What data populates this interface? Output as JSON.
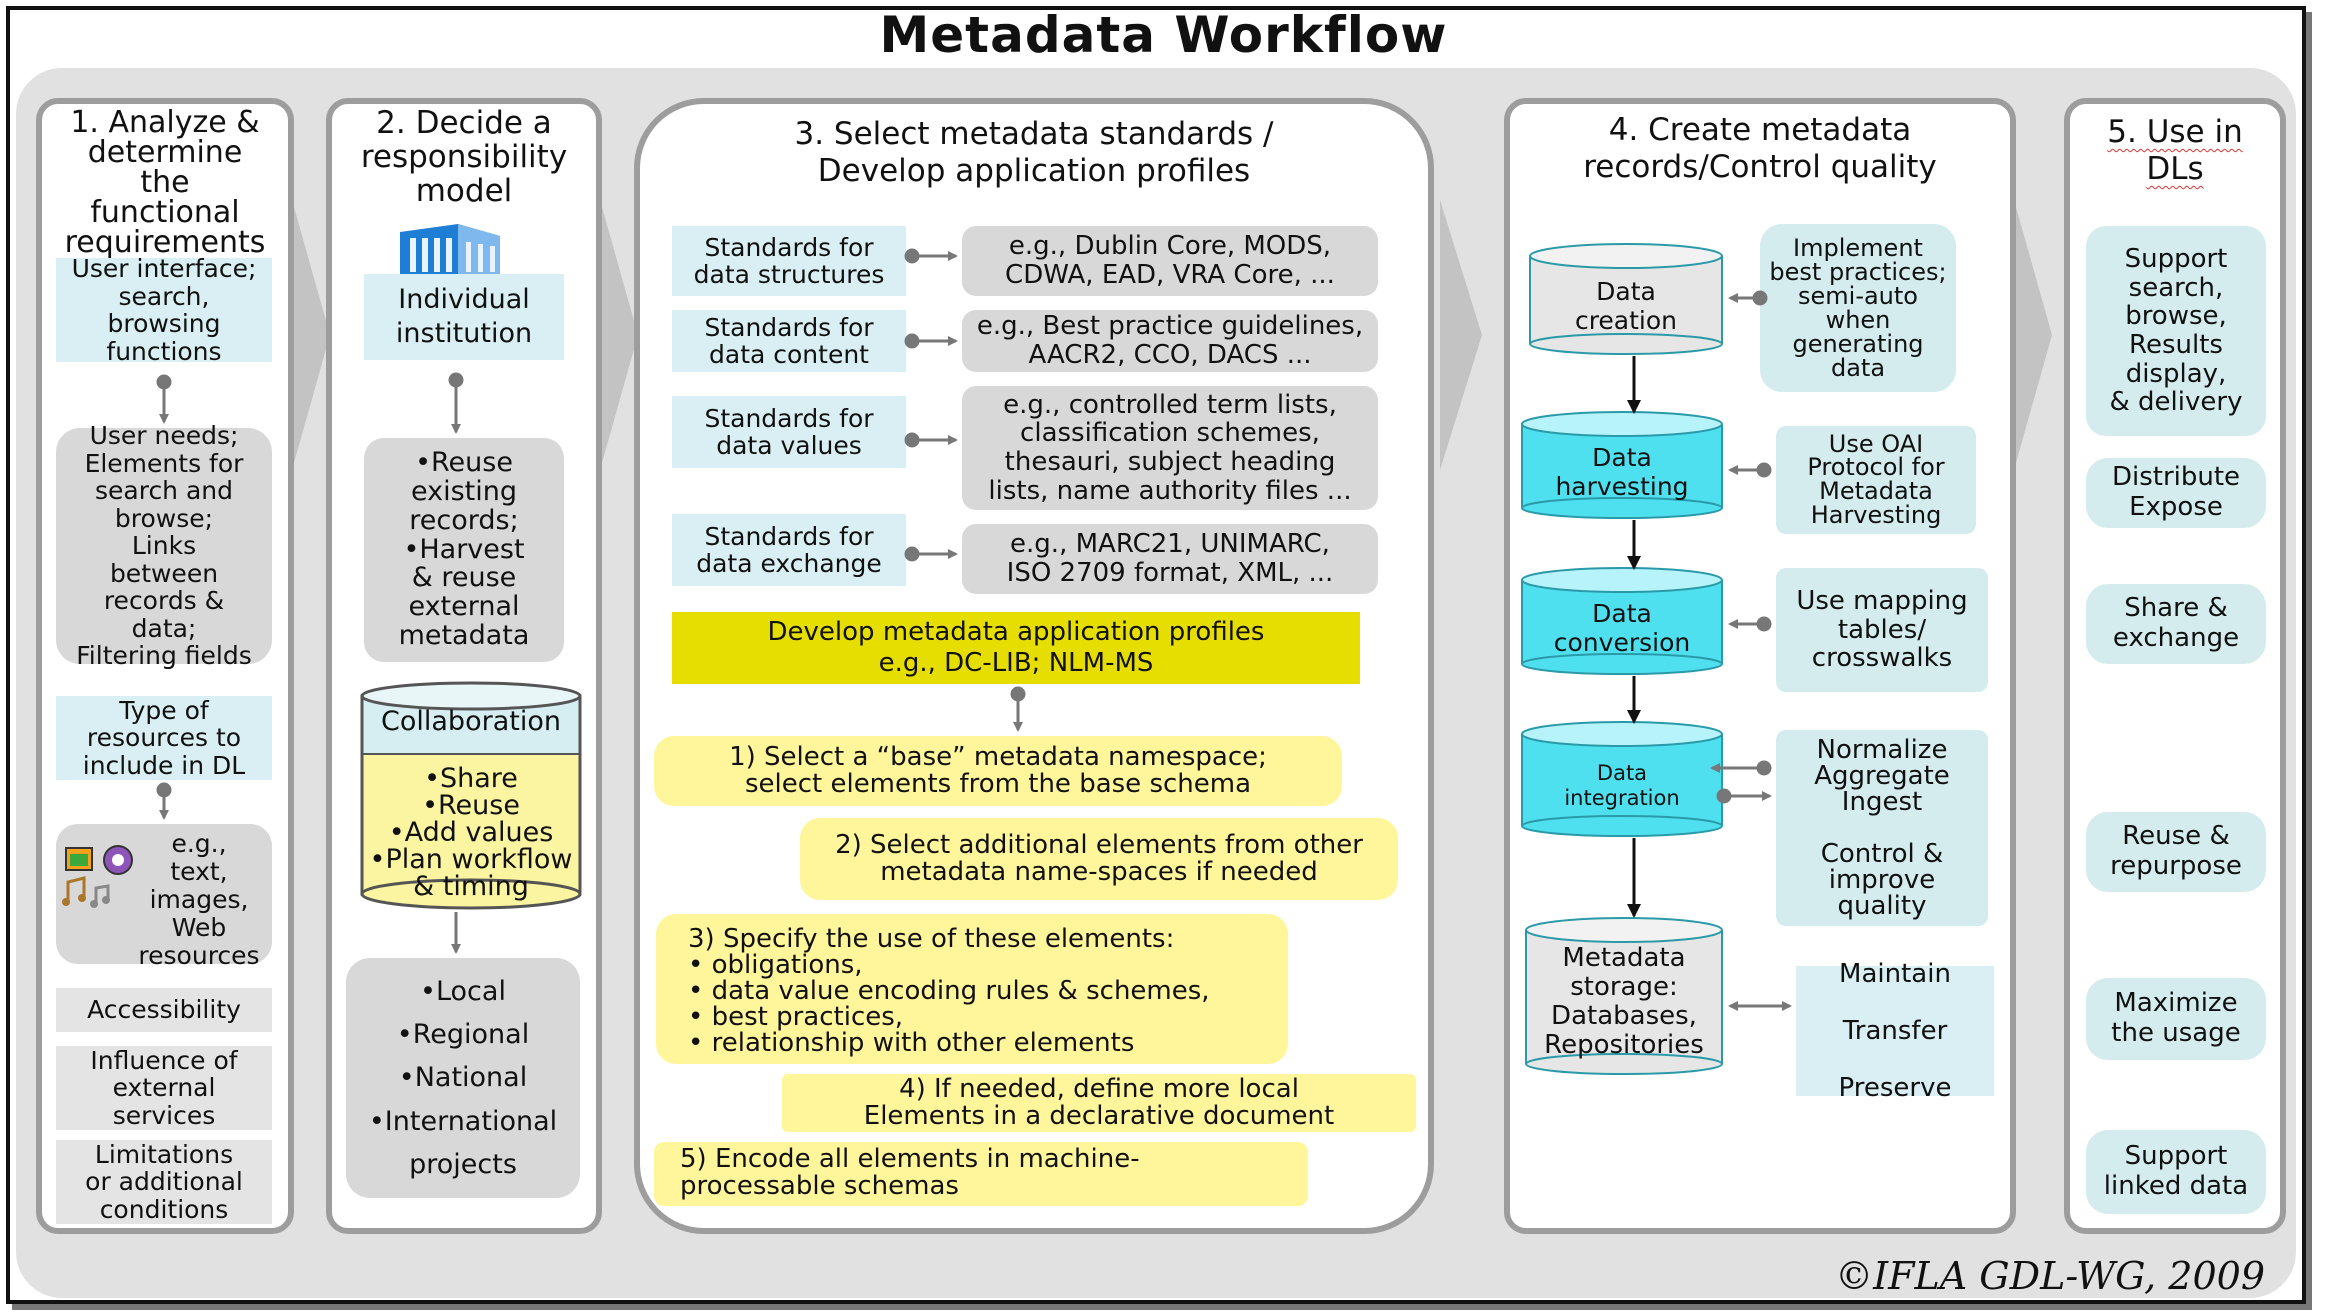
{
  "title": "Metadata Workflow",
  "copyright": "©IFLA GDL-WG, 2009",
  "colors": {
    "cyan_box": "#d9eff3",
    "cylinder_fill": "#4fe0f0",
    "yellow_box": "#fff59a",
    "profile_bar": "#e6de00",
    "gray_box": "#d8d8d8",
    "column_border": "#9d9d9d"
  },
  "col1": {
    "title": "1. Analyze &\ndetermine\nthe\nfunctional\nrequirements",
    "ui": "User interface;\nsearch,\nbrowsing\nfunctions",
    "needs": "User needs;\nElements for\nsearch and\nbrowse;\nLinks\nbetween\nrecords &\ndata;\nFiltering fields",
    "type": "Type of\nresources to\ninclude in DL",
    "examples": "e.g.,\ntext,\nimages,\nWeb\nresources",
    "accessibility": "Accessibility",
    "influence": "Influence of\nexternal\nservices",
    "limitations": "Limitations\nor additional\nconditions"
  },
  "col2": {
    "title": "2. Decide a\nresponsibility\nmodel",
    "institution": "Individual\ninstitution",
    "reuse": "•Reuse\nexisting\nrecords;\n•Harvest\n& reuse\nexternal\nmetadata",
    "collab_title": "Collaboration",
    "collab_items": "•Share\n•Reuse\n•Add values\n•Plan workflow\n& timing",
    "scope": "•Local\n•Regional\n•National\n•International\nprojects"
  },
  "col3": {
    "title": "3. Select metadata standards /\nDevelop application profiles",
    "std1": "Standards for\ndata structures",
    "ex1": "e.g., Dublin Core, MODS,\nCDWA, EAD, VRA Core, ...",
    "std2": "Standards for\ndata content",
    "ex2": "e.g., Best practice guidelines,\nAACR2, CCO, DACS ...",
    "std3": "Standards for\ndata values",
    "ex3": "e.g., controlled term lists,\nclassification schemes,\nthesauri, subject heading\nlists, name authority files ...",
    "std4": "Standards for\ndata exchange",
    "ex4": "e.g., MARC21, UNIMARC,\nISO 2709 format, XML, ...",
    "profiles": "Develop metadata application profiles\ne.g., DC-LIB; NLM-MS",
    "step1": "1) Select a “base” metadata namespace;\n        select elements from the base schema",
    "step2": "2) Select additional elements from other\nmetadata name-spaces if needed",
    "step3": "3) Specify the use of these elements:\n• obligations,\n• data value encoding rules & schemes,\n• best practices,\n• relationship with other elements",
    "step4": "4) If needed, define more local\nElements in a declarative document",
    "step5": "5) Encode all elements in machine-\nprocessable schemas"
  },
  "col4": {
    "title": "4. Create metadata\nrecords/Control quality",
    "creation": "Data\ncreation",
    "creation_note": "Implement\nbest practices;\nsemi-auto\nwhen\ngenerating\ndata",
    "harvesting": "Data\nharvesting",
    "harvesting_note": "Use OAI\nProtocol for\nMetadata\nHarvesting",
    "conversion": "Data\nconversion",
    "conversion_note": "Use mapping\ntables/\ncrosswalks",
    "integration": "Data\nintegration",
    "integration_note": "Normalize\nAggregate\nIngest\n\nControl &\nimprove\nquality",
    "storage": "Metadata\nstorage:\nDatabases,\nRepositories",
    "storage_note": "Maintain\n\nTransfer\n\nPreserve"
  },
  "col5": {
    "title": "5. Use in\nDLs",
    "u1": "Support\nsearch,\nbrowse,\nResults\ndisplay,\n& delivery",
    "u2": "Distribute\nExpose",
    "u3": "Share &\nexchange",
    "u4": "Reuse &\nrepurpose",
    "u5": "Maximize\nthe usage",
    "u6": "Support\nlinked data"
  }
}
